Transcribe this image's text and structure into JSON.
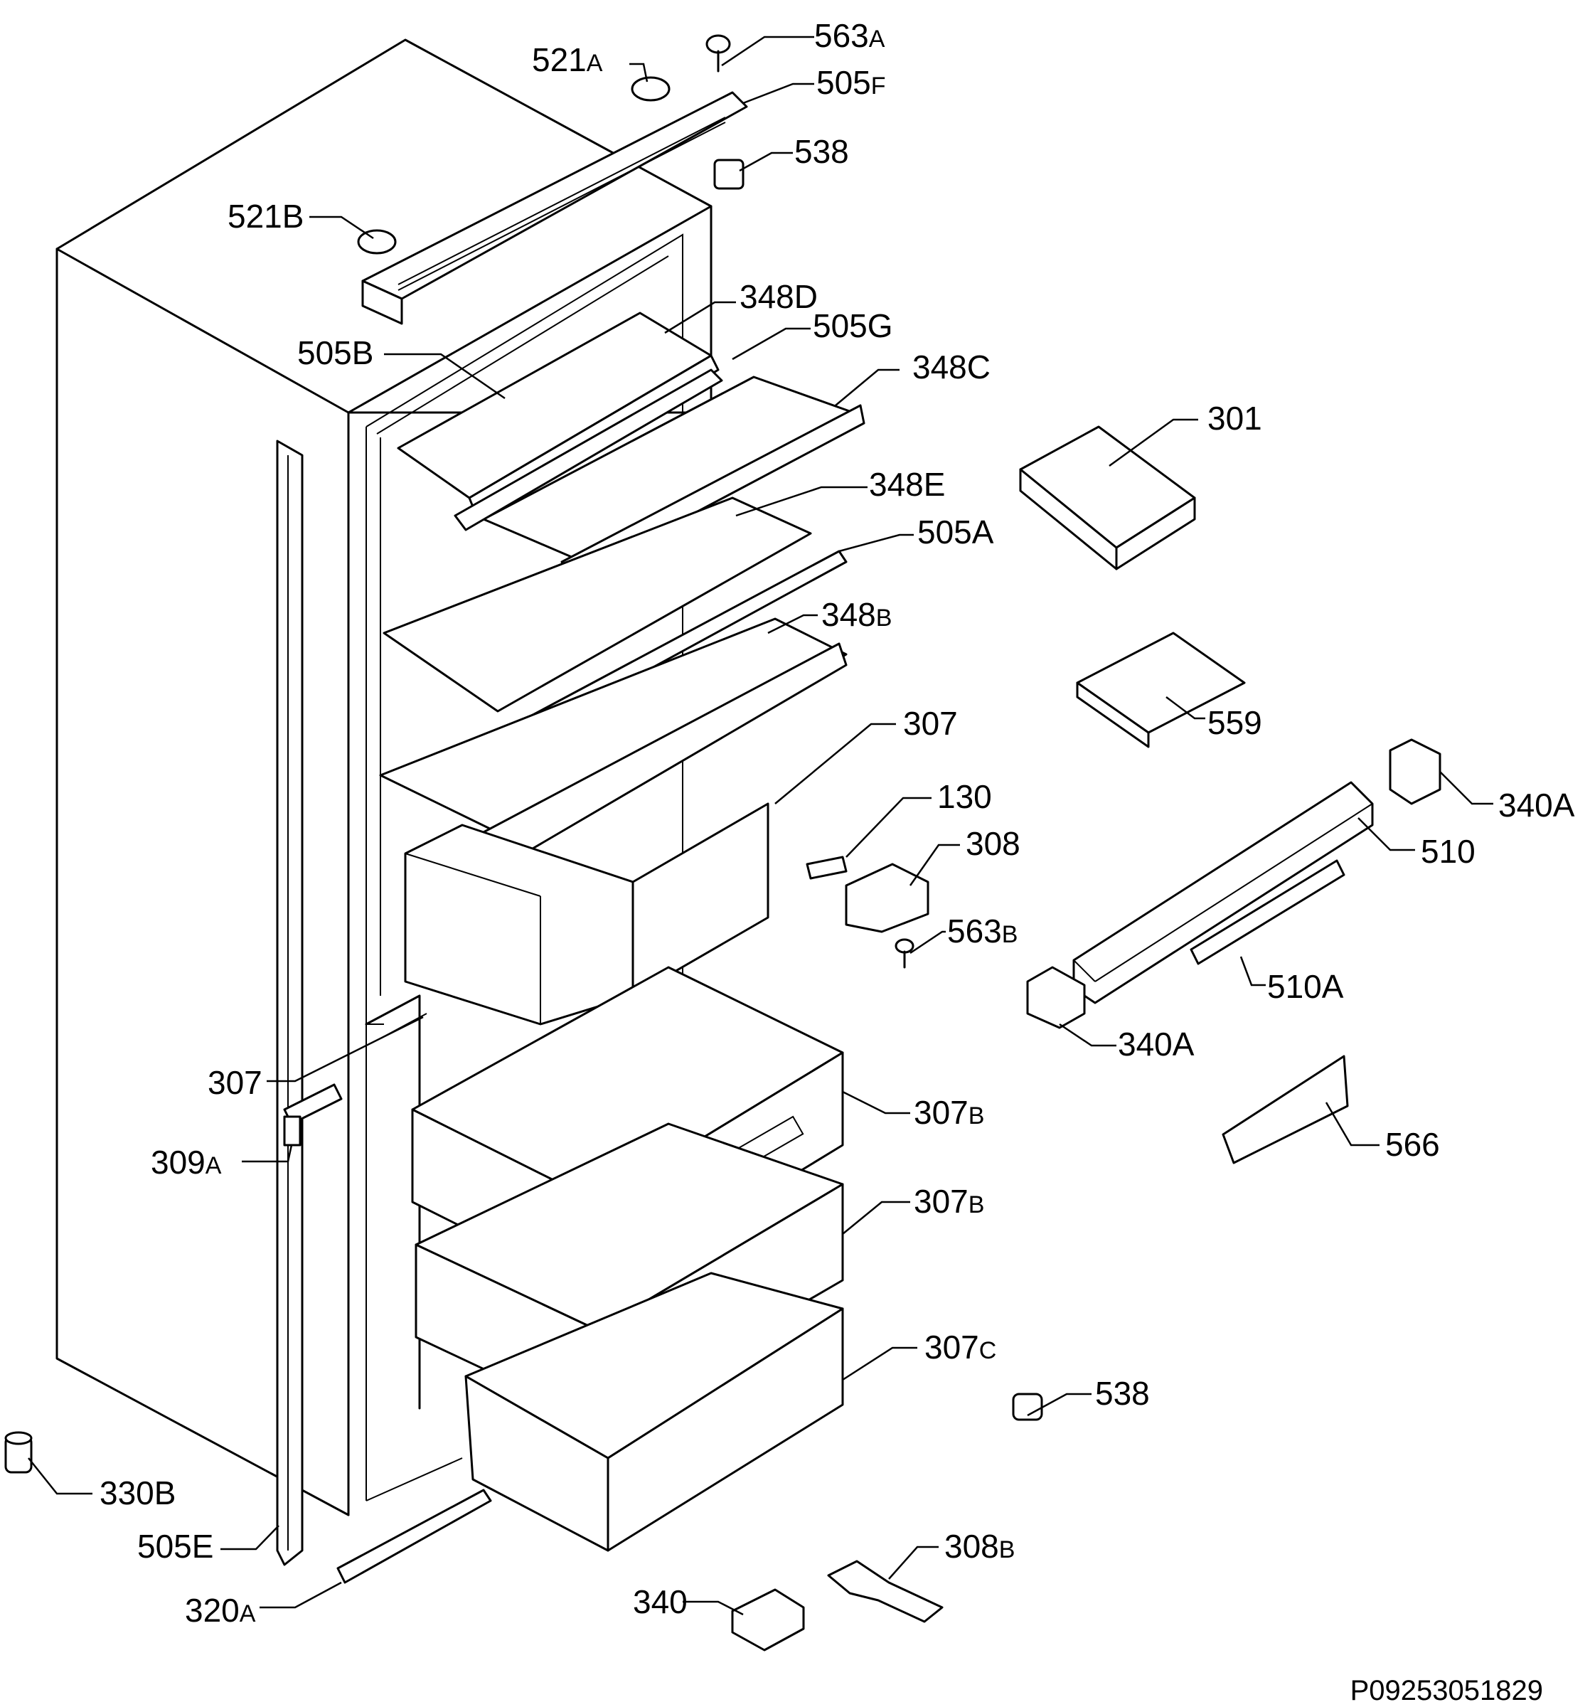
{
  "diagram": {
    "code": "P09253051829",
    "labels": [
      {
        "id": "563a",
        "main": "563",
        "suffix": "A"
      },
      {
        "id": "521a",
        "main": "521",
        "suffix": "A"
      },
      {
        "id": "505f",
        "main": "505",
        "suffix": "F"
      },
      {
        "id": "538-top",
        "main": "538",
        "suffix": ""
      },
      {
        "id": "521b",
        "main": "521B",
        "suffix": ""
      },
      {
        "id": "348d",
        "main": "348D",
        "suffix": ""
      },
      {
        "id": "505g",
        "main": "505G",
        "suffix": ""
      },
      {
        "id": "505b",
        "main": "505B",
        "suffix": ""
      },
      {
        "id": "348c",
        "main": "348C",
        "suffix": ""
      },
      {
        "id": "301",
        "main": "301",
        "suffix": ""
      },
      {
        "id": "348e",
        "main": "348E",
        "suffix": ""
      },
      {
        "id": "505a",
        "main": "505A",
        "suffix": ""
      },
      {
        "id": "348b",
        "main": "348",
        "suffix": "B"
      },
      {
        "id": "559",
        "main": "559",
        "suffix": ""
      },
      {
        "id": "307-top",
        "main": "307",
        "suffix": ""
      },
      {
        "id": "340a-top",
        "main": "340A",
        "suffix": ""
      },
      {
        "id": "130",
        "main": "130",
        "suffix": ""
      },
      {
        "id": "308",
        "main": "308",
        "suffix": ""
      },
      {
        "id": "510",
        "main": "510",
        "suffix": ""
      },
      {
        "id": "563b",
        "main": "563",
        "suffix": "B"
      },
      {
        "id": "510a",
        "main": "510A",
        "suffix": ""
      },
      {
        "id": "340a-bottom",
        "main": "340A",
        "suffix": ""
      },
      {
        "id": "307-left",
        "main": "307",
        "suffix": ""
      },
      {
        "id": "307b-1",
        "main": "307",
        "suffix": "B"
      },
      {
        "id": "309a",
        "main": "309",
        "suffix": "A"
      },
      {
        "id": "566",
        "main": "566",
        "suffix": ""
      },
      {
        "id": "307b-2",
        "main": "307",
        "suffix": "B"
      },
      {
        "id": "307c",
        "main": "307",
        "suffix": "C"
      },
      {
        "id": "538-bottom",
        "main": "538",
        "suffix": ""
      },
      {
        "id": "330b",
        "main": "330B",
        "suffix": ""
      },
      {
        "id": "505e",
        "main": "505E",
        "suffix": ""
      },
      {
        "id": "308b",
        "main": "308",
        "suffix": "B"
      },
      {
        "id": "340",
        "main": "340",
        "suffix": ""
      },
      {
        "id": "320a",
        "main": "320",
        "suffix": "A"
      }
    ]
  }
}
